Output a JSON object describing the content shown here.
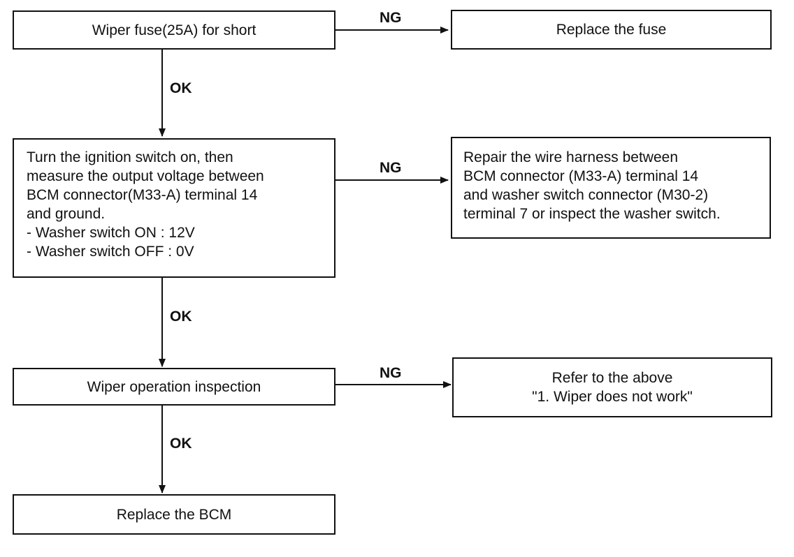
{
  "steps": {
    "fuse_check": "Wiper fuse(25A) for short",
    "replace_fuse": "Replace the fuse",
    "measure_voltage": [
      "Turn the ignition switch on, then",
      "measure the output voltage between",
      "BCM connector(M33-A) terminal 14",
      "and ground.",
      "- Washer switch ON : 12V",
      "- Washer switch OFF : 0V"
    ],
    "repair_harness": [
      "Repair the wire harness between",
      "BCM connector (M33-A) terminal 14",
      "and washer switch connector (M30-2)",
      "terminal 7 or inspect the washer switch."
    ],
    "wiper_inspection": "Wiper operation inspection",
    "refer_above": [
      "Refer to the above",
      "\"1. Wiper does not work\""
    ],
    "replace_bcm": "Replace the BCM"
  },
  "labels": {
    "ng_1": "NG",
    "ok_1": "OK",
    "ng_2": "NG",
    "ok_2": "OK",
    "ng_3": "NG",
    "ok_3": "OK"
  }
}
